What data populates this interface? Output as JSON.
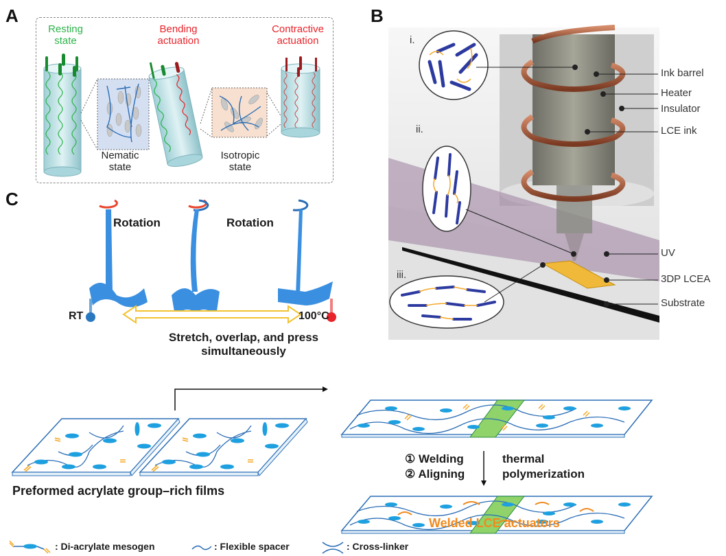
{
  "panels": {
    "A": {
      "label": "A",
      "states": [
        {
          "line1": "Resting",
          "line2": "state",
          "color": "#2cb34a"
        },
        {
          "line1": "Bending",
          "line2": "actuation",
          "color": "#e8232a"
        },
        {
          "line1": "Contractive",
          "line2": "actuation",
          "color": "#e8232a"
        }
      ],
      "insets": [
        {
          "line1": "Nematic",
          "line2": "state",
          "bg": "#d4dff2"
        },
        {
          "line1": "Isotropic",
          "line2": "state",
          "bg": "#f8e0d0"
        }
      ]
    },
    "B": {
      "label": "B",
      "zoom_labels": [
        "i.",
        "ii.",
        "iii."
      ],
      "callouts": [
        "Ink barrel",
        "Heater",
        "Insulator",
        "LCE ink",
        "UV",
        "3DP LCEA",
        "Substrate"
      ]
    },
    "C": {
      "label": "C",
      "rotation_labels": [
        "Rotation",
        "Rotation"
      ],
      "temp_low": "RT",
      "temp_high": "100°C",
      "step1_line1": "Stretch, overlap, and press",
      "step1_line2": "simultaneously",
      "step2_item1": "① Welding",
      "step2_item2": "② Aligning",
      "step2_method_line1": "thermal",
      "step2_method_line2": "polymerization",
      "films_caption": "Preformed acrylate group–rich films",
      "result_caption": "Welded LCE actuators",
      "result_color": "#f08a1e",
      "legend": [
        {
          "icon": "di-acrylate-mesogen-icon",
          "label": ": Di-acrylate mesogen"
        },
        {
          "icon": "flexible-spacer-icon",
          "label": ": Flexible spacer"
        },
        {
          "icon": "cross-linker-icon",
          "label": ": Cross-linker"
        }
      ]
    }
  },
  "colors": {
    "mesogen_blue": "#1ea0e0",
    "network_line": "#2a6db5",
    "acrylate_orange": "#f5a623",
    "weld_green": "#8fd36a",
    "heater_copper": "#b0603e",
    "arrow_yellow": "#f2c230"
  }
}
